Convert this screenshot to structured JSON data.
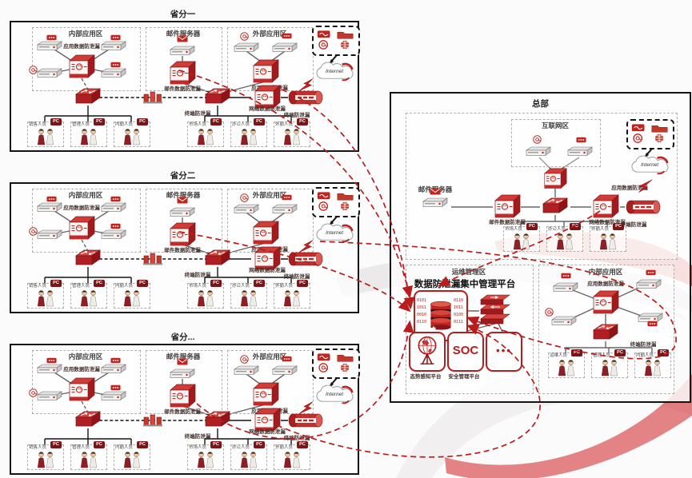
{
  "colors": {
    "accent": "#c42027",
    "flow_arrow": "#b91c1c",
    "line": "#141414",
    "zone_border": "#b3b0ac"
  },
  "provinces": [
    {
      "title": "省分一"
    },
    {
      "title": "省分二"
    },
    {
      "title": "省分..."
    }
  ],
  "province_common": {
    "internal_zone_title": "内部应用区",
    "mail_zone_title": "邮件服务器",
    "external_zone_title": "外部应用区",
    "app_dlp_label": "应用数据防泄漏",
    "mail_dlp_label": "邮件数据防泄漏",
    "net_dlp_label": "网络数据防泄漏",
    "terminal_dlp_label": "终端防泄漏",
    "internet_label": "Internet",
    "pc_badge": "PC",
    "left_groups": [
      "销售人员",
      "管理人员",
      "内勤人员"
    ],
    "right_groups": [
      "市场人员",
      "办公人员",
      "外勤人员"
    ]
  },
  "hq": {
    "title": "总部",
    "internet_zone_title": "互联网区",
    "mail_server_label": "邮件服务器",
    "mail_dlp_label": "邮件数据防泄漏",
    "app_dlp_label": "应用数据防泄漏",
    "net_dlp_label": "网络数据防泄漏",
    "terminal_dlp_label": "终端防泄漏",
    "internet_label": "Internet",
    "pc_badge": "PC",
    "top_groups": [
      "市场人员",
      "办公人员",
      "外勤人员"
    ],
    "ops": {
      "zone_title": "运维管理区",
      "platform_title": "数据防泄漏集中管理平台",
      "binary_left": [
        "0101",
        "1011",
        "0010",
        "0110"
      ],
      "binary_right": [
        "0110",
        "1011",
        "0100",
        "0111"
      ],
      "platforms": [
        {
          "label": "态势感知平台",
          "icon": "globe",
          "text": ""
        },
        {
          "label": "安全管理平台",
          "icon": "soc",
          "text": "SOC"
        },
        {
          "label": "",
          "icon": "ellipsis",
          "text": "•••"
        }
      ]
    },
    "internal": {
      "zone_title": "内部应用区",
      "app_dlp_label": "应用数据防泄漏",
      "terminal_dlp_label": "终端防泄漏",
      "groups": [
        "运维人员",
        "管理人员",
        "内勤人员"
      ]
    }
  }
}
